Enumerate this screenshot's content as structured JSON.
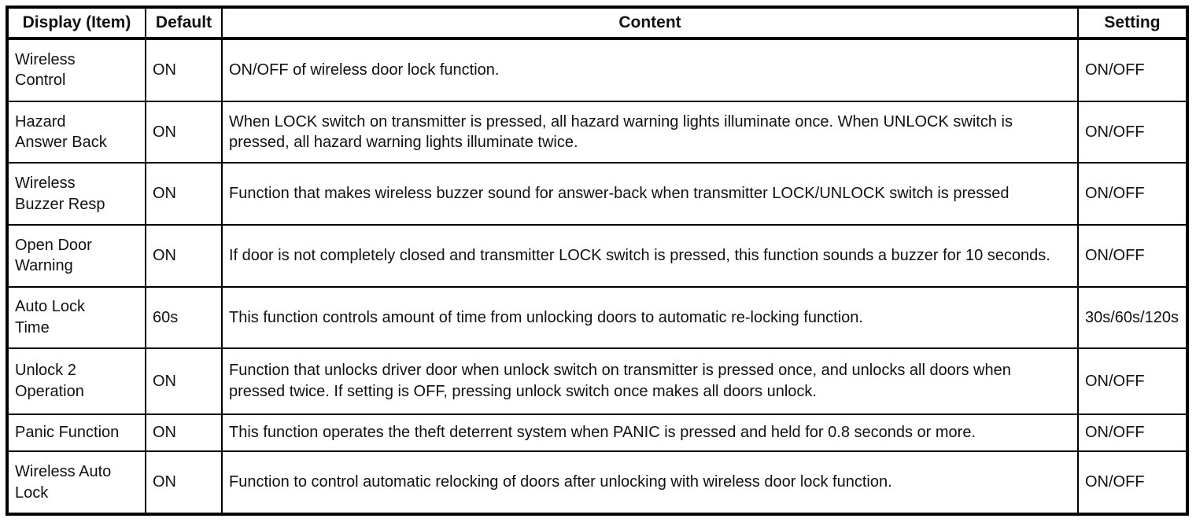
{
  "table": {
    "headers": [
      "Display (Item)",
      "Default",
      "Content",
      "Setting"
    ],
    "rows": [
      {
        "item": "Wireless\nControl",
        "default": "ON",
        "content": "ON/OFF of wireless door lock function.",
        "setting": "ON/OFF"
      },
      {
        "item": "Hazard\nAnswer Back",
        "default": "ON",
        "content": "When LOCK switch on transmitter is pressed, all hazard warning lights illuminate once. When UNLOCK switch is pressed, all hazard warning lights illuminate twice.",
        "setting": "ON/OFF"
      },
      {
        "item": "Wireless\nBuzzer Resp",
        "default": "ON",
        "content": "Function that makes wireless buzzer sound for answer-back when transmitter LOCK/UNLOCK switch is pressed",
        "setting": "ON/OFF"
      },
      {
        "item": "Open Door\nWarning",
        "default": "ON",
        "content": "If door is not completely closed and transmitter LOCK switch is pressed, this function sounds a buzzer for 10 seconds.",
        "setting": "ON/OFF"
      },
      {
        "item": "Auto Lock\nTime",
        "default": "60s",
        "content": "This function controls amount of time from unlocking doors to automatic re-locking function.",
        "setting": "30s/60s/120s"
      },
      {
        "item": "Unlock 2\nOperation",
        "default": "ON",
        "content": "Function that unlocks driver door when unlock switch on transmitter is pressed once, and unlocks all doors when pressed twice. If setting is OFF, pressing unlock switch once makes all doors unlock.",
        "setting": "ON/OFF"
      },
      {
        "item": "Panic Function",
        "default": "ON",
        "content": "This function operates the theft deterrent system when PANIC is pressed and held for 0.8 seconds or more.",
        "setting": "ON/OFF"
      },
      {
        "item": "Wireless Auto\nLock",
        "default": "ON",
        "content": "Function to control automatic relocking of doors after unlocking with wireless door lock function.",
        "setting": "ON/OFF"
      }
    ]
  },
  "colors": {
    "border": "#000000",
    "text": "#111111",
    "background": "#ffffff"
  }
}
